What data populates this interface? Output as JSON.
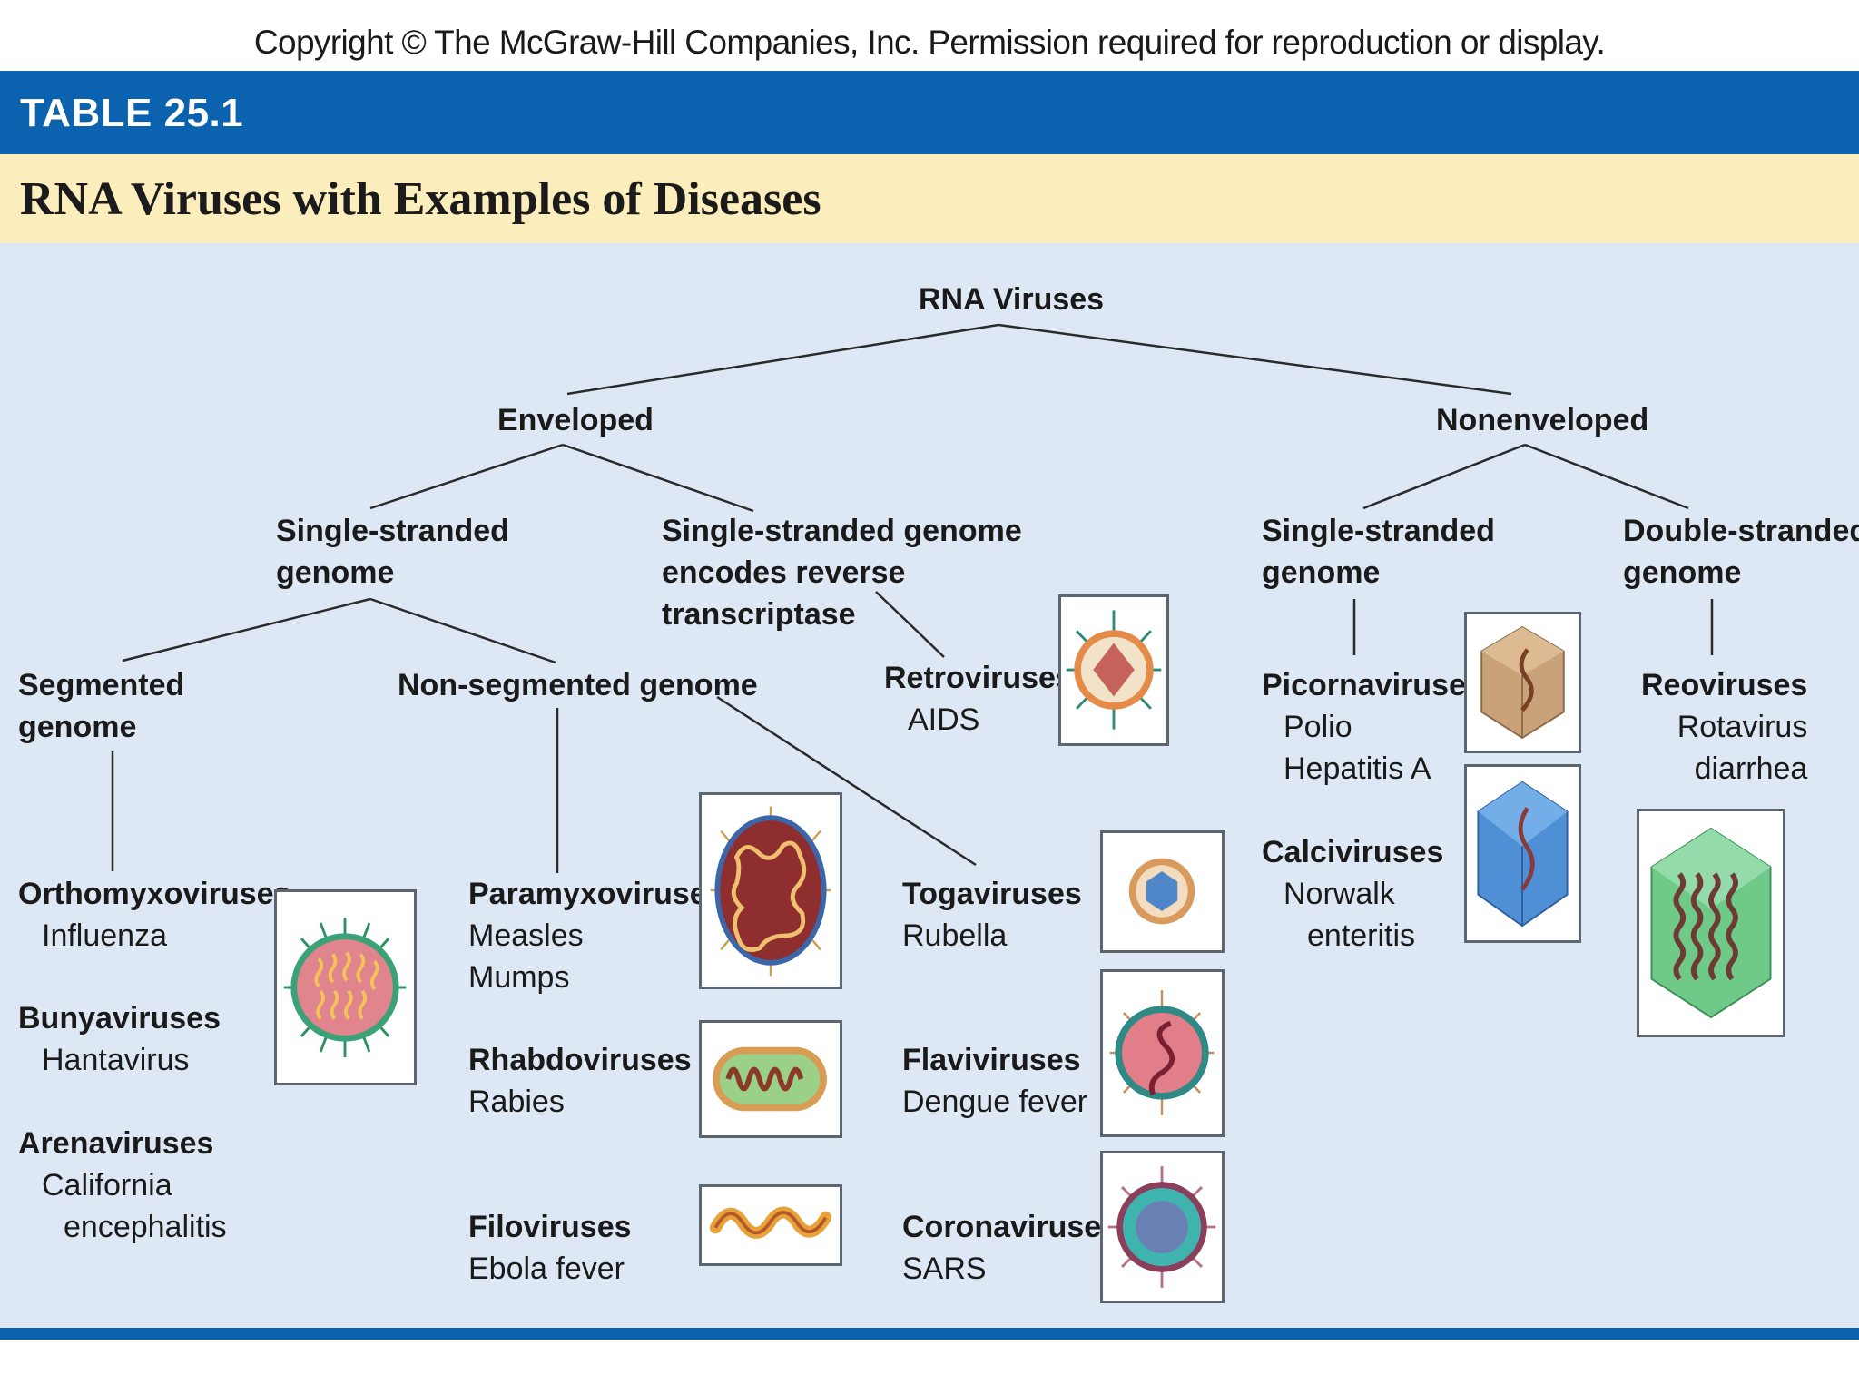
{
  "copyright": "Copyright © The McGraw-Hill Companies, Inc. Permission required for reproduction or display.",
  "table_label": "TABLE 25.1",
  "title": "RNA Viruses with Examples of Diseases",
  "tree": {
    "root": "RNA Viruses",
    "enveloped": "Enveloped",
    "nonenveloped": "Nonenveloped",
    "env_ss": [
      "Single-stranded",
      "genome"
    ],
    "env_rt": [
      "Single-stranded genome",
      "encodes reverse",
      "transcriptase"
    ],
    "non_ss": [
      "Single-stranded",
      "genome"
    ],
    "non_ds": [
      "Double-stranded",
      "genome"
    ],
    "segmented": [
      "Segmented",
      "genome"
    ],
    "nonsegmented": "Non-segmented genome"
  },
  "families": {
    "ortho": {
      "name": "Orthomyxoviruses",
      "disease": [
        "Influenza"
      ]
    },
    "bunya": {
      "name": "Bunyaviruses",
      "disease": [
        "Hantavirus"
      ]
    },
    "arena": {
      "name": "Arenaviruses",
      "disease": [
        "California",
        "encephalitis"
      ]
    },
    "paramyxo": {
      "name": "Paramyxoviruses",
      "disease": [
        "Measles",
        "Mumps"
      ]
    },
    "rhabdo": {
      "name": "Rhabdoviruses",
      "disease": [
        "Rabies"
      ]
    },
    "filo": {
      "name": "Filoviruses",
      "disease": [
        "Ebola fever"
      ]
    },
    "retro": {
      "name": "Retroviruses",
      "disease": [
        "AIDS"
      ]
    },
    "toga": {
      "name": "Togaviruses",
      "disease": [
        "Rubella"
      ]
    },
    "flavi": {
      "name": "Flaviviruses",
      "disease": [
        "Dengue fever"
      ]
    },
    "corona": {
      "name": "Coronaviruses",
      "disease": [
        "SARS"
      ]
    },
    "picorna": {
      "name": "Picornaviruses",
      "disease": [
        "Polio",
        "Hepatitis A"
      ]
    },
    "calici": {
      "name": "Calciviruses",
      "disease": [
        "Norwalk",
        "enteritis"
      ]
    },
    "reo": {
      "name": "Reoviruses",
      "disease": [
        "Rotavirus",
        "diarrhea"
      ]
    }
  },
  "colors": {
    "header_blue": "#0b62ae",
    "title_band": "#fcedbc",
    "panel": "#dde8f4"
  },
  "illustrations": [
    "orthomyxovirus-particle-icon",
    "paramyxovirus-particle-icon",
    "rhabdovirus-particle-icon",
    "filovirus-particle-icon",
    "retrovirus-particle-icon",
    "togavirus-particle-icon",
    "flavivirus-particle-icon",
    "coronavirus-particle-icon",
    "picornavirus-particle-icon",
    "calicivirus-particle-icon",
    "reovirus-particle-icon"
  ]
}
